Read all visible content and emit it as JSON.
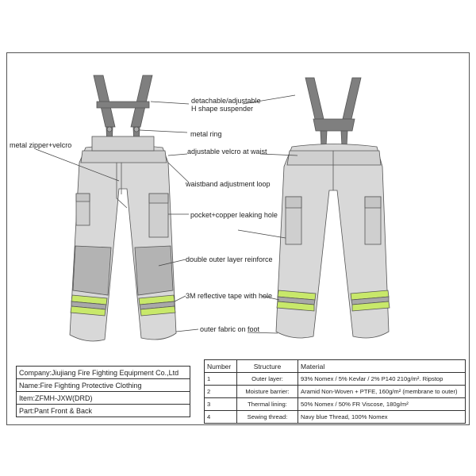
{
  "callouts": {
    "suspender": "detachable/adjustable\nH shape suspender",
    "ring": "metal ring",
    "zipper": "metal zipper+velcro",
    "velcro": "adjustable velcro at waist",
    "waistband": "waistband adjustment loop",
    "pocket": "pocket+copper leaking hole",
    "reinforce": "double outer layer reinforce",
    "tape": "3M reflective tape with hole",
    "foot": "outer fabric on foot"
  },
  "info": {
    "company": "Company:Jiujiang Fire Fighting Equipment Co.,Ltd",
    "name": "Name:Fire Fighting Protective Clothing",
    "item": "Item:ZFMH-JXW(DRD)",
    "part": "Part:Pant Front & Back"
  },
  "materials": {
    "headers": [
      "Number",
      "Structure",
      "Material"
    ],
    "rows": [
      [
        "1",
        "Outer layer:",
        "93% Nomex / 5% Kevlar / 2% P140 210g/m². Ripstop"
      ],
      [
        "2",
        "Moisture barrier:",
        "Aramid Non-Woven + PTFE, 160g/m² (membrane to outer)"
      ],
      [
        "3",
        "Thermal lining:",
        "50% Nomex / 50% FR Viscose, 180g/m²"
      ],
      [
        "4",
        "Sewing thread:",
        "Navy blue Thread, 100% Nomex"
      ]
    ]
  },
  "colors": {
    "fabric": "#d8d8d8",
    "suspender": "#7f7f7f",
    "reinforce": "#b3b3b3",
    "tape_yellow": "#c8e86a",
    "tape_silver": "#a8a8a8",
    "outline": "#555555"
  }
}
